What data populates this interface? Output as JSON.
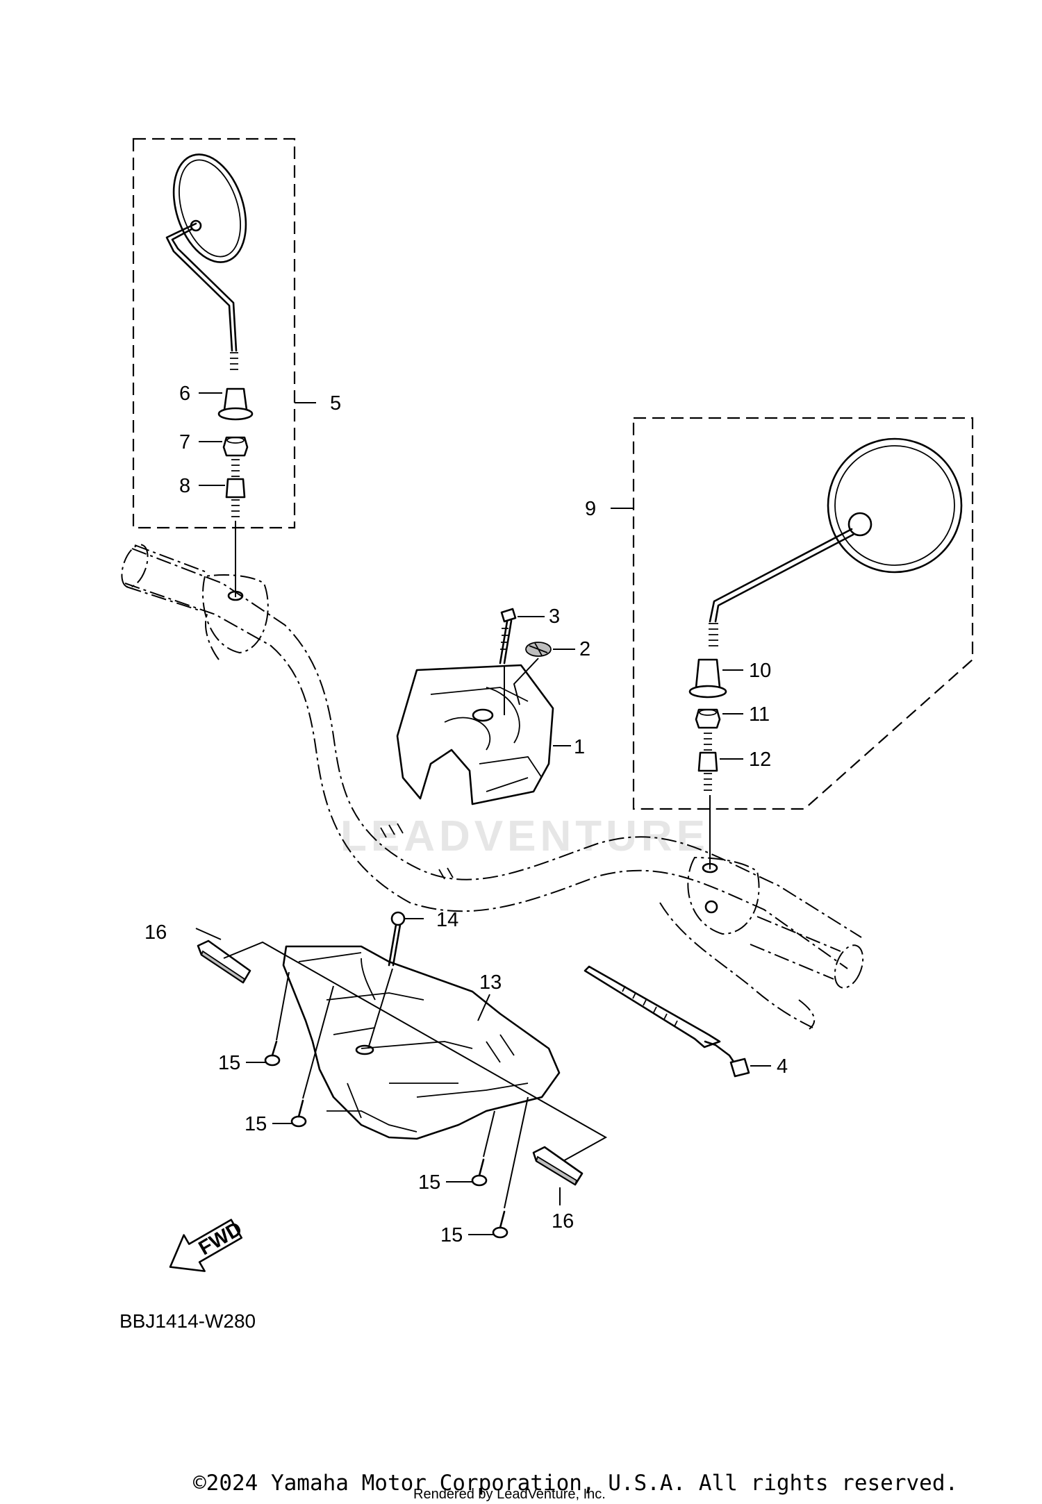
{
  "diagram_code": "BBJ1414-W280",
  "watermark": "LEADVENTURE",
  "fwd_label": "FWD",
  "copyright": "©2024 Yamaha Motor Corporation, U.S.A. All rights reserved.",
  "rendered_by": "Rendered by LeadVenture, Inc.",
  "callouts": {
    "c1": "1",
    "c2": "2",
    "c3": "3",
    "c4": "4",
    "c5": "5",
    "c6": "6",
    "c7": "7",
    "c8": "8",
    "c9": "9",
    "c10": "10",
    "c11": "11",
    "c12": "12",
    "c13": "13",
    "c14": "14",
    "c15a": "15",
    "c15b": "15",
    "c15c": "15",
    "c15d": "15",
    "c16a": "16",
    "c16b": "16"
  }
}
